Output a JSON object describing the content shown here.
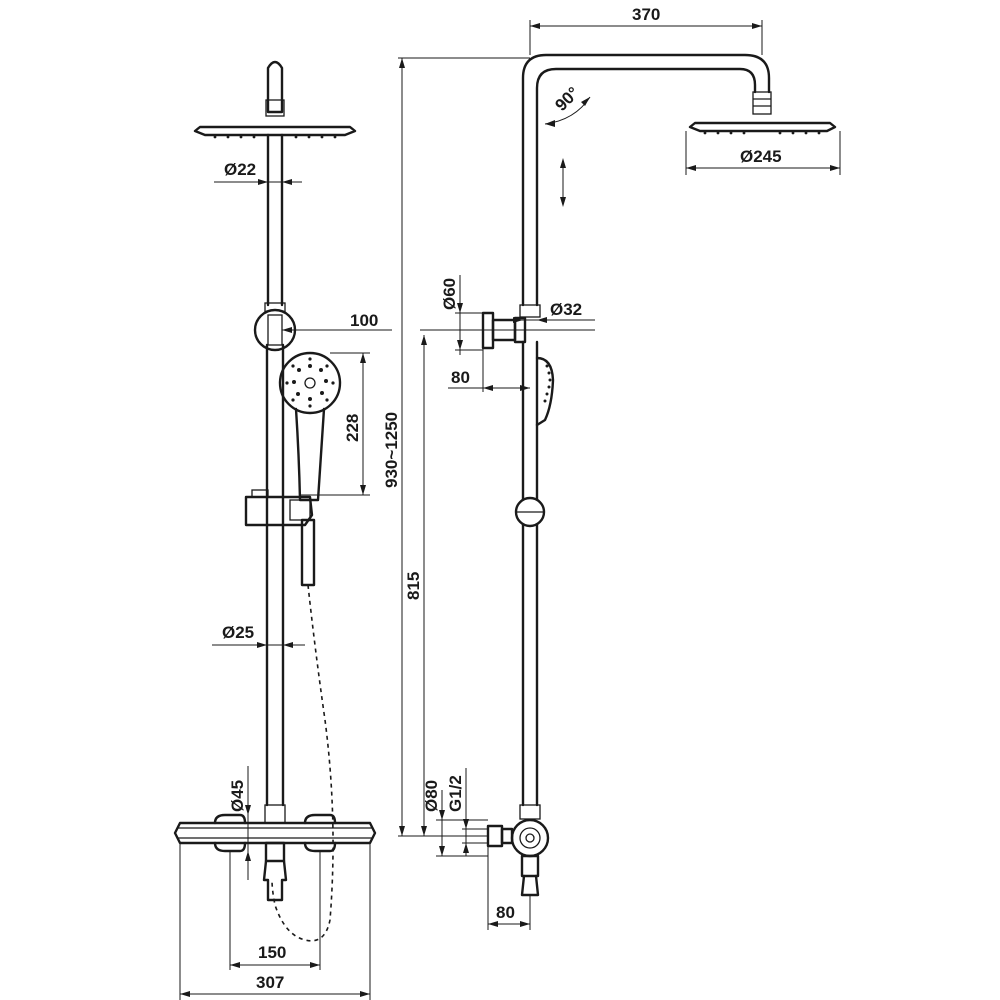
{
  "drawing": {
    "colors": {
      "line": "#1a1a1a",
      "background": "#ffffff"
    },
    "front_view": {
      "labels": {
        "pipe_upper_diameter": "Ø22",
        "handshower_offset": "100",
        "handshower_length": "228",
        "pipe_lower_diameter": "Ø25",
        "valve_diameter": "Ø45",
        "inlet_spacing": "150",
        "valve_width": "307"
      }
    },
    "side_view": {
      "labels": {
        "arm_reach": "370",
        "arm_angle": "90°",
        "head_diameter": "Ø245",
        "height_range": "930~1250",
        "bracket_diameter": "Ø60",
        "column_diameter": "Ø32",
        "bracket_depth": "80",
        "valve_height": "815",
        "connector_diameter": "Ø80",
        "thread": "G1/2",
        "inlet_depth": "80"
      }
    }
  }
}
